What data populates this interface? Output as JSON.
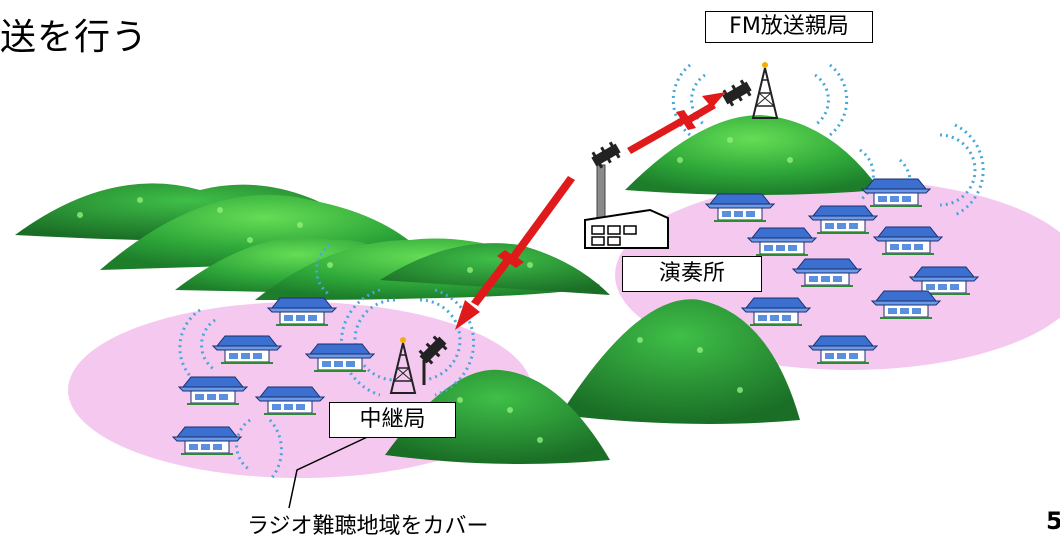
{
  "heading": "送を行う",
  "labels": {
    "fm_parent": "FM放送親局",
    "studio": "演奏所",
    "relay": "中継局"
  },
  "caption": "ラジオ難聴地域をカバー",
  "corner_fragment": "5"
}
